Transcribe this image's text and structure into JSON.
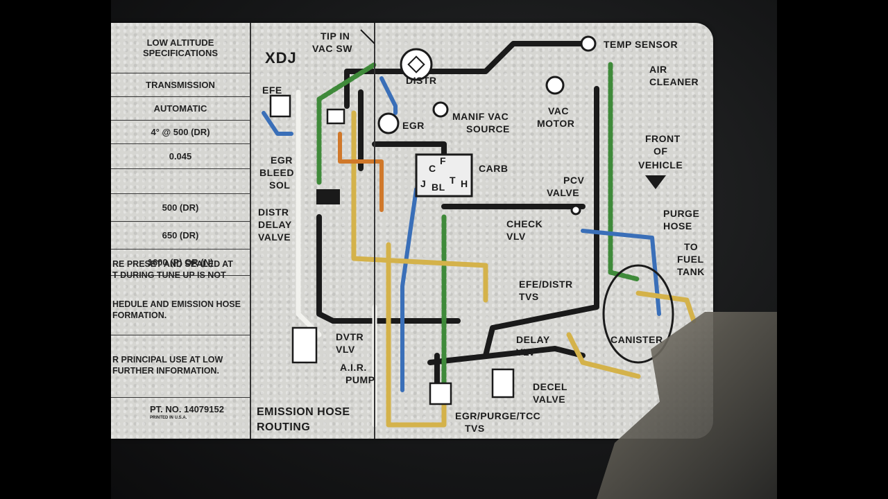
{
  "table": {
    "rows": [
      "LOW ALTITUDE\nSPECIFICATIONS",
      "TRANSMISSION",
      "AUTOMATIC",
      "4° @ 500 (DR)",
      "0.045",
      "",
      "500 (DR)",
      "650 (DR)",
      "1600 (P) OR (N)"
    ],
    "note_1": "RE PRESET AND SEALED AT\nT DURING TUNE UP IS NOT",
    "note_2": "HEDULE AND EMISSION HOSE\nFORMATION.",
    "note_3": "R PRINCIPAL USE AT LOW\nFURTHER INFORMATION.",
    "part_number": "PT. NO. 14079152",
    "printed": "PRINTED IN U.S.A."
  },
  "diagram": {
    "code": "XDJ",
    "footer_1": "EMISSION HOSE",
    "footer_2": "ROUTING",
    "labels": {
      "tip_in_1": "TIP IN",
      "tip_in_2": "VAC SW",
      "distr": "DISTR",
      "temp_sensor": "TEMP SENSOR",
      "air_cleaner_1": "AIR",
      "air_cleaner_2": "CLEANER",
      "efe": "EFE",
      "manif_1": "MANIF VAC",
      "manif_2": "SOURCE",
      "egr": "EGR",
      "vac_motor_1": "VAC",
      "vac_motor_2": "MOTOR",
      "front_1": "FRONT",
      "front_2": "OF",
      "front_3": "VEHICLE",
      "egr_bleed_1": "EGR",
      "egr_bleed_2": "BLEED",
      "egr_bleed_3": "SOL",
      "carb": "CARB",
      "pcv_1": "PCV",
      "pcv_2": "VALVE",
      "purge_1": "PURGE",
      "purge_2": "HOSE",
      "distr_delay_1": "DISTR",
      "distr_delay_2": "DELAY",
      "distr_delay_3": "VALVE",
      "check_1": "CHECK",
      "check_2": "VLV",
      "fuel_1": "TO",
      "fuel_2": "FUEL",
      "fuel_3": "TANK",
      "efe_tvs_1": "EFE/DISTR",
      "efe_tvs_2": "TVS",
      "canister": "CANISTER",
      "dvtr_1": "DVTR",
      "dvtr_2": "VLV",
      "air_pump_1": "A.I.R.",
      "air_pump_2": "PUMP",
      "delay_1": "DELAY",
      "delay_2": "VLV",
      "decel_1": "DECEL",
      "decel_2": "VALVE",
      "egr_purge_1": "EGR/PURGE/TCC",
      "egr_purge_2": "TVS",
      "carb_j": "J",
      "carb_bl": "BL",
      "carb_t": "T",
      "carb_h": "H",
      "carb_f": "F",
      "carb_c": "C"
    }
  },
  "colors": {
    "black_hose": "#1a1a1a",
    "green_hose": "#3f8a3a",
    "blue_hose": "#3a6fb8",
    "yellow_hose": "#d4b24a",
    "orange_hose": "#d0782a",
    "label_bg": "#d6d6d2"
  }
}
